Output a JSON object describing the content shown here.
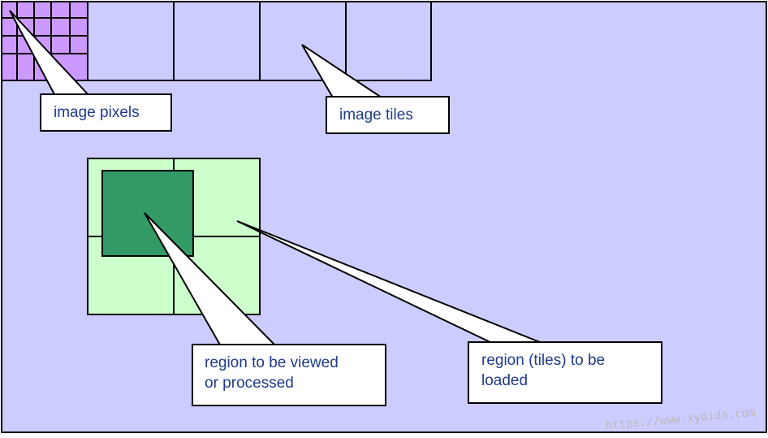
{
  "colors": {
    "background": "#ccccff",
    "pixel_fill": "#cc99ff",
    "tile_region_fill": "#ccffcc",
    "view_region_fill": "#339966",
    "callout_fill": "#ffffff",
    "stroke": "#000000",
    "label_text": "#1f3b8a"
  },
  "labels": {
    "image_pixels": "image pixels",
    "image_tiles": "image tiles",
    "region_viewed_line1": "region to be viewed",
    "region_viewed_line2": "or processed",
    "region_loaded_line1": "region (tiles) to be",
    "region_loaded_line2": "loaded"
  },
  "watermark": "https://www.xydida.com"
}
